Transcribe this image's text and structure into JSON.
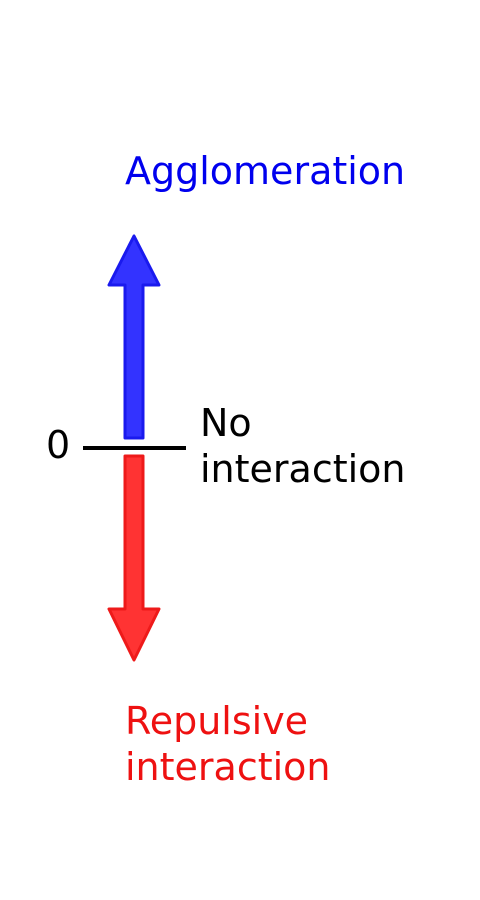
{
  "colors": {
    "attraction": "#0000ee",
    "attraction_fill": "#3333ff",
    "repulsion": "#ee1111",
    "repulsion_fill": "#ff3333",
    "baseline": "#000000",
    "text": "#000000"
  },
  "labels": {
    "top": "Agglomeration",
    "zero": "0",
    "middle_line1": "No",
    "middle_line2": "interaction",
    "bottom_line1": "Repulsive",
    "bottom_line2": "interaction"
  },
  "icons": {
    "up_arrow": "arrow-up-icon",
    "down_arrow": "arrow-down-icon"
  }
}
